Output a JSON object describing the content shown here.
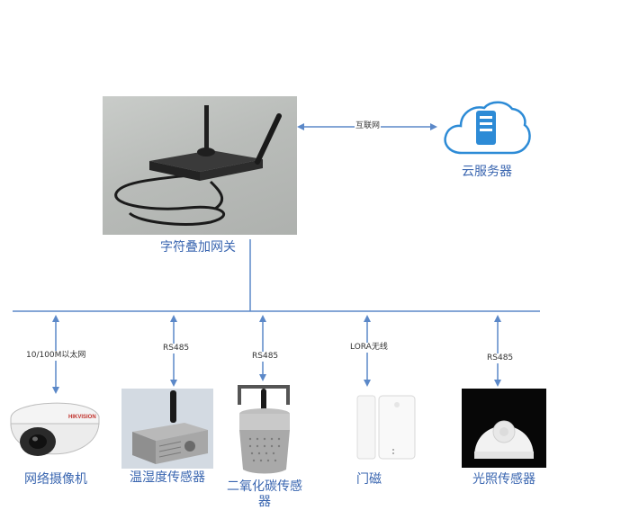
{
  "gateway": {
    "label": "字符叠加网关"
  },
  "cloud": {
    "label": "云服务器"
  },
  "links": {
    "internet": "互联网",
    "ethernet": "10/100M以太网",
    "rs485_temp": "RS485",
    "rs485_co2": "RS485",
    "lora": "LORA无线",
    "rs485_light": "RS485"
  },
  "devices": [
    {
      "label": "网络摄像机"
    },
    {
      "label": "温湿度传感器"
    },
    {
      "label": "二氧化碳传感器"
    },
    {
      "label": "门磁"
    },
    {
      "label": "光照传感器"
    }
  ],
  "camera_brand": "HIKVISION",
  "colors": {
    "line": "#5b88c8",
    "label": "#3a66b0",
    "cloud": "#2d8bd6"
  }
}
